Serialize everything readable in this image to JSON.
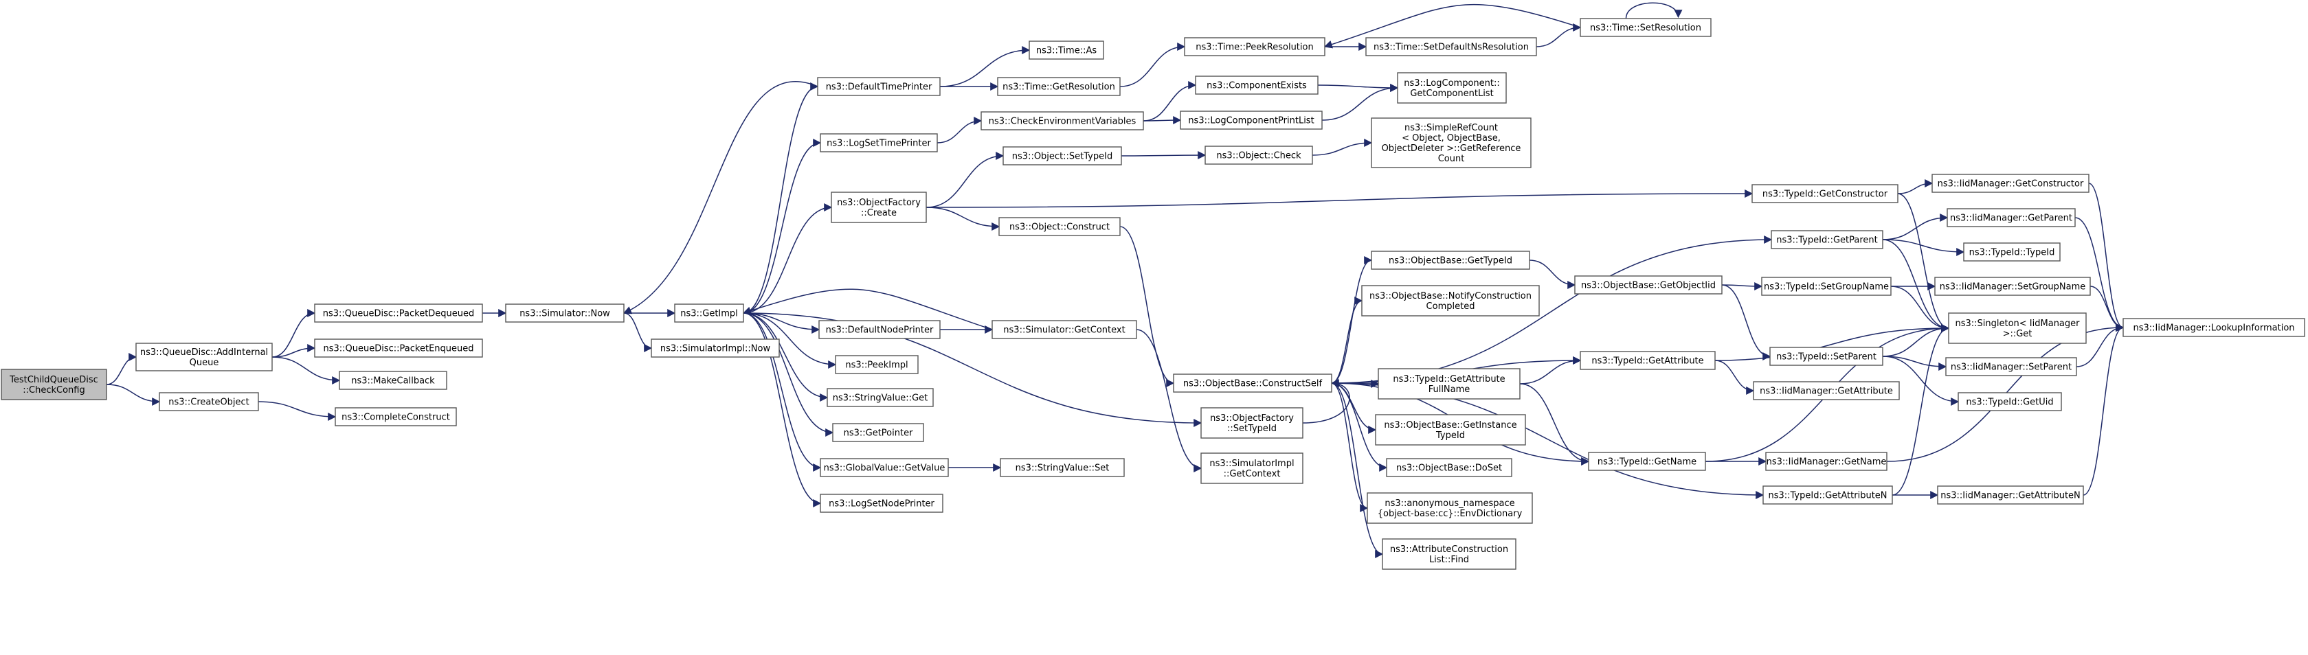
{
  "colors": {
    "edge": "#1f2a68",
    "node_border": "#555555",
    "root_fill": "#bfbfbf",
    "node_fill": "#ffffff"
  },
  "nodes": [
    {
      "id": "root",
      "lines": [
        "TestChildQueueDisc",
        "::CheckConfig"
      ]
    },
    {
      "id": "addint",
      "lines": [
        "ns3::QueueDisc::AddInternal",
        "Queue"
      ]
    },
    {
      "id": "createobj",
      "lines": [
        "ns3::CreateObject"
      ]
    },
    {
      "id": "pktdeq",
      "lines": [
        "ns3::QueueDisc::PacketDequeued"
      ]
    },
    {
      "id": "pktenq",
      "lines": [
        "ns3::QueueDisc::PacketEnqueued"
      ]
    },
    {
      "id": "makecb",
      "lines": [
        "ns3::MakeCallback"
      ]
    },
    {
      "id": "complete",
      "lines": [
        "ns3::CompleteConstruct"
      ]
    },
    {
      "id": "simnow",
      "lines": [
        "ns3::Simulator::Now"
      ]
    },
    {
      "id": "simimplnow",
      "lines": [
        "ns3::SimulatorImpl::Now"
      ]
    },
    {
      "id": "getimpl",
      "lines": [
        "ns3::GetImpl"
      ]
    },
    {
      "id": "deftp",
      "lines": [
        "ns3::DefaultTimePrinter"
      ]
    },
    {
      "id": "logstp",
      "lines": [
        "ns3::LogSetTimePrinter"
      ]
    },
    {
      "id": "ofcreate",
      "lines": [
        "ns3::ObjectFactory",
        "::Create"
      ]
    },
    {
      "id": "defnp",
      "lines": [
        "ns3::DefaultNodePrinter"
      ]
    },
    {
      "id": "peekimpl",
      "lines": [
        "ns3::PeekImpl"
      ]
    },
    {
      "id": "svget",
      "lines": [
        "ns3::StringValue::Get"
      ]
    },
    {
      "id": "getptr",
      "lines": [
        "ns3::GetPointer"
      ]
    },
    {
      "id": "gvget",
      "lines": [
        "ns3::GlobalValue::GetValue"
      ]
    },
    {
      "id": "logsnp",
      "lines": [
        "ns3::LogSetNodePrinter"
      ]
    },
    {
      "id": "timeas",
      "lines": [
        "ns3::Time::As"
      ]
    },
    {
      "id": "timegetres",
      "lines": [
        "ns3::Time::GetResolution"
      ]
    },
    {
      "id": "checkenv",
      "lines": [
        "ns3::CheckEnvironmentVariables"
      ]
    },
    {
      "id": "objsettid",
      "lines": [
        "ns3::Object::SetTypeId"
      ]
    },
    {
      "id": "objconstruct",
      "lines": [
        "ns3::Object::Construct"
      ]
    },
    {
      "id": "simgetctx",
      "lines": [
        "ns3::Simulator::GetContext"
      ]
    },
    {
      "id": "svset",
      "lines": [
        "ns3::StringValue::Set"
      ]
    },
    {
      "id": "timepeek",
      "lines": [
        "ns3::Time::PeekResolution"
      ]
    },
    {
      "id": "compexists",
      "lines": [
        "ns3::ComponentExists"
      ]
    },
    {
      "id": "logcompprint",
      "lines": [
        "ns3::LogComponentPrintList"
      ]
    },
    {
      "id": "objcheck",
      "lines": [
        "ns3::Object::Check"
      ]
    },
    {
      "id": "obconstructself",
      "lines": [
        "ns3::ObjectBase::ConstructSelf"
      ]
    },
    {
      "id": "ofsettid",
      "lines": [
        "ns3::ObjectFactory",
        "::SetTypeId"
      ]
    },
    {
      "id": "simimplgetctx",
      "lines": [
        "ns3::SimulatorImpl",
        "::GetContext"
      ]
    },
    {
      "id": "timesetdefns",
      "lines": [
        "ns3::Time::SetDefaultNsResolution"
      ]
    },
    {
      "id": "logcompgetlist",
      "lines": [
        "ns3::LogComponent::",
        "GetComponentList"
      ]
    },
    {
      "id": "simplerefcount",
      "lines": [
        "ns3::SimpleRefCount",
        "< Object, ObjectBase,",
        "ObjectDeleter >::GetReference",
        "Count"
      ]
    },
    {
      "id": "obgettid",
      "lines": [
        "ns3::ObjectBase::GetTypeId"
      ]
    },
    {
      "id": "obnotify",
      "lines": [
        "ns3::ObjectBase::NotifyConstruction",
        "Completed"
      ]
    },
    {
      "id": "tidgetattrfull",
      "lines": [
        "ns3::TypeId::GetAttribute",
        "FullName"
      ]
    },
    {
      "id": "obgetinst",
      "lines": [
        "ns3::ObjectBase::GetInstance",
        "TypeId"
      ]
    },
    {
      "id": "obdoset",
      "lines": [
        "ns3::ObjectBase::DoSet"
      ]
    },
    {
      "id": "anonenv",
      "lines": [
        "ns3::anonymous_namespace",
        "{object-base:cc}::EnvDictionary"
      ]
    },
    {
      "id": "attrconstr",
      "lines": [
        "ns3::AttributeConstruction",
        "List::Find"
      ]
    },
    {
      "id": "timesetres",
      "lines": [
        "ns3::Time::SetResolution"
      ]
    },
    {
      "id": "obgetobjtid",
      "lines": [
        "ns3::ObjectBase::GetObjectIid"
      ]
    },
    {
      "id": "tidgetattr",
      "lines": [
        "ns3::TypeId::GetAttribute"
      ]
    },
    {
      "id": "tidgetname",
      "lines": [
        "ns3::TypeId::GetName"
      ]
    },
    {
      "id": "tidgetattrn",
      "lines": [
        "ns3::TypeId::GetAttributeN"
      ]
    },
    {
      "id": "tidgetconstr",
      "lines": [
        "ns3::TypeId::GetConstructor"
      ]
    },
    {
      "id": "tidgetparent",
      "lines": [
        "ns3::TypeId::GetParent"
      ]
    },
    {
      "id": "tidsetgroup",
      "lines": [
        "ns3::TypeId::SetGroupName"
      ]
    },
    {
      "id": "tidsetparent",
      "lines": [
        "ns3::TypeId::SetParent"
      ]
    },
    {
      "id": "iidgetattr",
      "lines": [
        "ns3::IidManager::GetAttribute"
      ]
    },
    {
      "id": "iidgetname",
      "lines": [
        "ns3::IidManager::GetName"
      ]
    },
    {
      "id": "iidgetattrn",
      "lines": [
        "ns3::IidManager::GetAttributeN"
      ]
    },
    {
      "id": "iidgetconstr",
      "lines": [
        "ns3::IidManager::GetConstructor"
      ]
    },
    {
      "id": "iidgetparent",
      "lines": [
        "ns3::IidManager::GetParent"
      ]
    },
    {
      "id": "tidtid",
      "lines": [
        "ns3::TypeId::TypeId"
      ]
    },
    {
      "id": "iidsetgroup",
      "lines": [
        "ns3::IidManager::SetGroupName"
      ]
    },
    {
      "id": "singleton",
      "lines": [
        "ns3::Singleton< IidManager",
        ">::Get"
      ]
    },
    {
      "id": "iidsetparent",
      "lines": [
        "ns3::IidManager::SetParent"
      ]
    },
    {
      "id": "tidgetuid",
      "lines": [
        "ns3::TypeId::GetUid"
      ]
    },
    {
      "id": "iidlookup",
      "lines": [
        "ns3::IidManager::LookupInformation"
      ]
    }
  ],
  "edges": [
    [
      "root",
      "addint"
    ],
    [
      "root",
      "createobj"
    ],
    [
      "addint",
      "pktdeq"
    ],
    [
      "addint",
      "pktenq"
    ],
    [
      "addint",
      "makecb"
    ],
    [
      "createobj",
      "complete"
    ],
    [
      "pktdeq",
      "simnow"
    ],
    [
      "simnow",
      "getimpl"
    ],
    [
      "simnow",
      "simimplnow"
    ],
    [
      "getimpl",
      "deftp"
    ],
    [
      "getimpl",
      "logstp"
    ],
    [
      "getimpl",
      "ofcreate"
    ],
    [
      "getimpl",
      "defnp"
    ],
    [
      "getimpl",
      "peekimpl"
    ],
    [
      "getimpl",
      "svget"
    ],
    [
      "getimpl",
      "getptr"
    ],
    [
      "getimpl",
      "gvget"
    ],
    [
      "getimpl",
      "logsnp"
    ],
    [
      "getimpl",
      "ofsettid"
    ],
    [
      "deftp",
      "simnow"
    ],
    [
      "deftp",
      "timeas"
    ],
    [
      "deftp",
      "timegetres"
    ],
    [
      "timegetres",
      "timepeek"
    ],
    [
      "logstp",
      "checkenv"
    ],
    [
      "checkenv",
      "compexists"
    ],
    [
      "checkenv",
      "logcompprint"
    ],
    [
      "compexists",
      "logcompgetlist"
    ],
    [
      "logcompprint",
      "logcompgetlist"
    ],
    [
      "ofcreate",
      "objsettid"
    ],
    [
      "ofcreate",
      "objconstruct"
    ],
    [
      "ofcreate",
      "tidgetconstr"
    ],
    [
      "objsettid",
      "objcheck"
    ],
    [
      "objcheck",
      "simplerefcount"
    ],
    [
      "objconstruct",
      "obconstructself"
    ],
    [
      "defnp",
      "simgetctx"
    ],
    [
      "simgetctx",
      "getimpl"
    ],
    [
      "simgetctx",
      "simimplgetctx"
    ],
    [
      "gvget",
      "svset"
    ],
    [
      "timepeek",
      "timesetdefns"
    ],
    [
      "timesetdefns",
      "timesetres"
    ],
    [
      "timesetres",
      "timepeek"
    ],
    [
      "timesetres",
      "timesetres"
    ],
    [
      "obconstructself",
      "obgettid"
    ],
    [
      "obconstructself",
      "obnotify"
    ],
    [
      "obconstructself",
      "tidgetattrfull"
    ],
    [
      "obconstructself",
      "obgetinst"
    ],
    [
      "obconstructself",
      "obdoset"
    ],
    [
      "obconstructself",
      "anonenv"
    ],
    [
      "obconstructself",
      "attrconstr"
    ],
    [
      "obconstructself",
      "tidgetparent"
    ],
    [
      "obconstructself",
      "tidgetattr"
    ],
    [
      "obconstructself",
      "tidgetname"
    ],
    [
      "obconstructself",
      "tidgetattrn"
    ],
    [
      "obgettid",
      "obgetobjtid"
    ],
    [
      "obgetobjtid",
      "tidsetgroup"
    ],
    [
      "obgetobjtid",
      "tidsetparent"
    ],
    [
      "tidgetattrfull",
      "tidgetattr"
    ],
    [
      "tidgetattrfull",
      "tidgetname"
    ],
    [
      "tidgetattr",
      "iidgetattr"
    ],
    [
      "tidgetattr",
      "singleton"
    ],
    [
      "tidgetname",
      "iidgetname"
    ],
    [
      "tidgetname",
      "singleton"
    ],
    [
      "tidgetattrn",
      "iidgetattrn"
    ],
    [
      "tidgetattrn",
      "singleton"
    ],
    [
      "tidgetconstr",
      "iidgetconstr"
    ],
    [
      "tidgetconstr",
      "singleton"
    ],
    [
      "tidgetparent",
      "iidgetparent"
    ],
    [
      "tidgetparent",
      "tidtid"
    ],
    [
      "tidgetparent",
      "singleton"
    ],
    [
      "tidsetgroup",
      "iidsetgroup"
    ],
    [
      "tidsetgroup",
      "singleton"
    ],
    [
      "tidsetparent",
      "iidsetparent"
    ],
    [
      "tidsetparent",
      "tidgetuid"
    ],
    [
      "tidsetparent",
      "singleton"
    ],
    [
      "iidgetconstr",
      "iidlookup"
    ],
    [
      "iidgetparent",
      "iidlookup"
    ],
    [
      "iidsetgroup",
      "iidlookup"
    ],
    [
      "iidsetparent",
      "iidlookup"
    ],
    [
      "iidgetname",
      "iidlookup"
    ],
    [
      "iidgetattrn",
      "iidlookup"
    ],
    [
      "ofsettid",
      "obconstructself"
    ]
  ]
}
